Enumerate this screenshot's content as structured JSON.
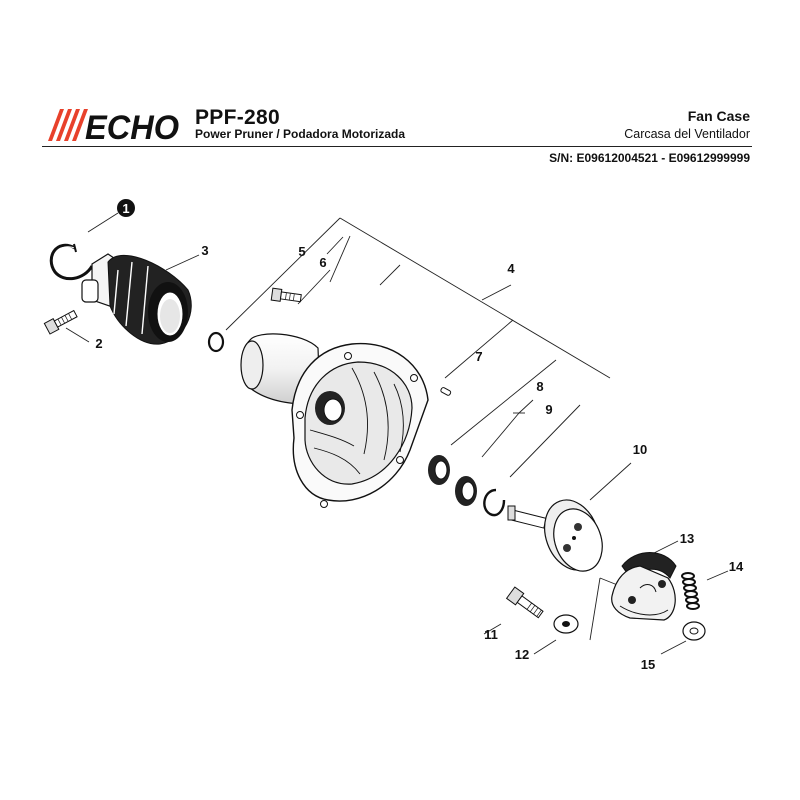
{
  "header": {
    "brand": "ECHO",
    "model": "PPF-280",
    "product": "Power Pruner / Podadora Motorizada",
    "section_title": "Fan Case",
    "section_title_es": "Carcasa del Ventilador",
    "serial_range": "S/N: E09612004521 - E09612999999"
  },
  "colors": {
    "brand_red": "#e8412b",
    "ink": "#111111"
  },
  "callouts": [
    "1",
    "2",
    "3",
    "4",
    "5",
    "6",
    "7",
    "8",
    "9",
    "10",
    "11",
    "12",
    "13",
    "14",
    "15"
  ],
  "parts": [
    "circlip",
    "bolt-small",
    "clamp-sleeve",
    "fan-case",
    "o-ring",
    "bolt",
    "pin",
    "bearing",
    "retaining-ring",
    "clutch-drum",
    "clutch-bolt",
    "washer",
    "clutch-shoe-assembly",
    "clutch-spring",
    "washer"
  ]
}
